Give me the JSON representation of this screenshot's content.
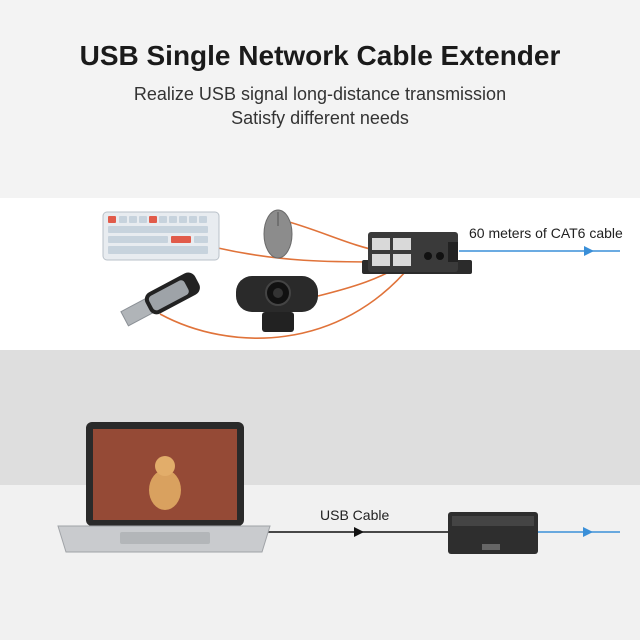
{
  "header": {
    "title": "USB Single Network Cable Extender",
    "subtitle_line1": "Realize USB signal long-distance transmission",
    "subtitle_line2": "Satisfy different needs"
  },
  "labels": {
    "cat6_cable": "60 meters of CAT6 cable",
    "usb_cable": "USB Cable"
  },
  "colors": {
    "device_cable": "#e0733a",
    "network_cable": "#3a8fd8",
    "usb_cable": "#111111"
  },
  "icons": [
    "keyboard-icon",
    "mouse-icon",
    "webcam-icon",
    "usb-flash-drive-icon",
    "receiver-box-icon",
    "laptop-icon",
    "transmitter-box-icon"
  ]
}
